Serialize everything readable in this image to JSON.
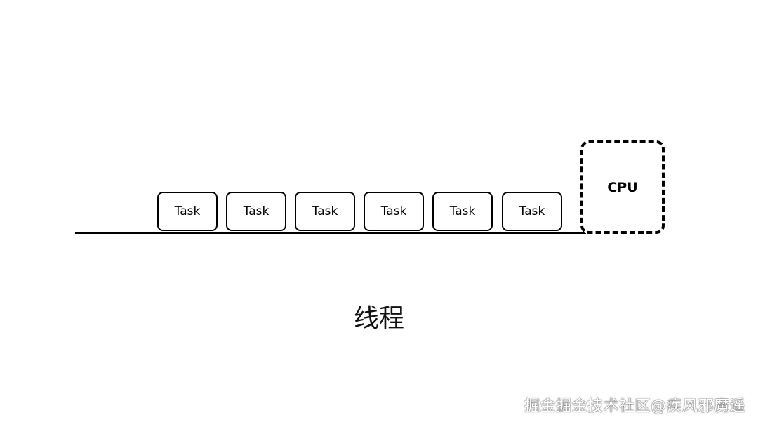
{
  "diagram": {
    "tasks": [
      "Task",
      "Task",
      "Task",
      "Task",
      "Task",
      "Task"
    ],
    "processor_label": "CPU",
    "caption": "线程",
    "watermark": "掘金掘金技术社区@疾风邪魔遥"
  },
  "colors": {
    "background": "#ffffff",
    "stroke": "#000000"
  }
}
